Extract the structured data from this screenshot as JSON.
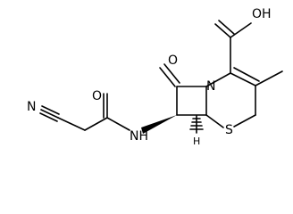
{
  "molecule": {
    "atoms": {
      "oxygen_ketone": "O",
      "carboxyl_oh": "OH",
      "nitrogen_ring": "N",
      "sulfur": "S",
      "nitrile_n": "N",
      "amide_nh": "NH",
      "amide_o": "O",
      "stereo_h": "H"
    }
  },
  "colors": {
    "bond": "#000000",
    "text": "#000000",
    "background": "#ffffff"
  }
}
